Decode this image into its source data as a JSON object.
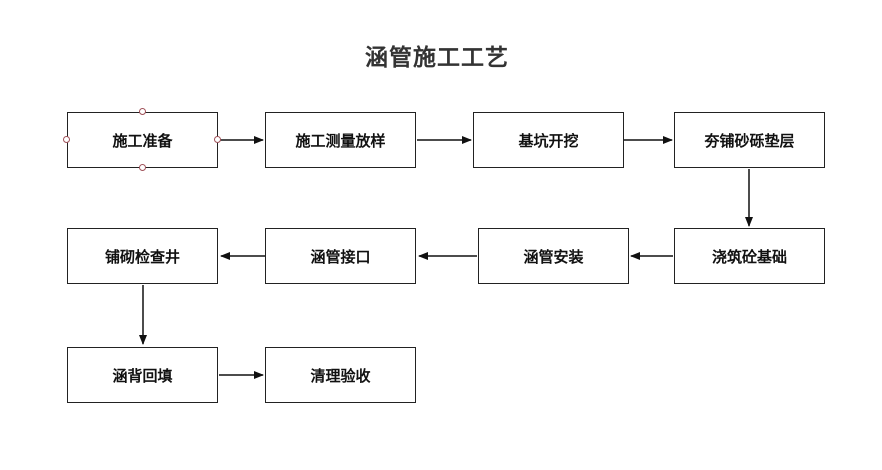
{
  "title": "涵管施工工艺",
  "steps": {
    "s1": "施工准备",
    "s2": "施工测量放样",
    "s3": "基坑开挖",
    "s4": "夯铺砂砾垫层",
    "s5": "浇筑砼基础",
    "s6": "涵管安装",
    "s7": "涵管接口",
    "s8": "铺砌检查井",
    "s9": "涵背回填",
    "s10": "清理验收"
  },
  "colors": {
    "border": "#222222",
    "arrow": "#111111",
    "selection_handle": "#a0525a"
  }
}
